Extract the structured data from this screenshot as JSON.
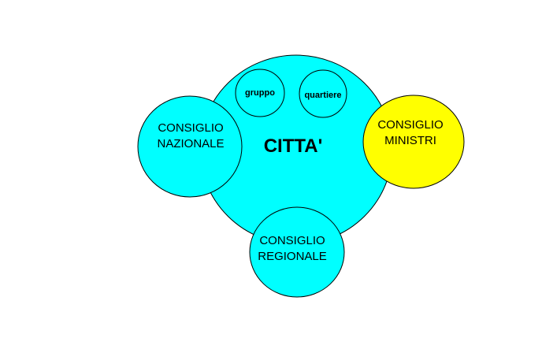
{
  "colors": {
    "background": "#ffffff",
    "cyan": "#00ffff",
    "yellow": "#ffff00",
    "outline": "#000000"
  },
  "nodes": {
    "citta": {
      "label": "CITTA'",
      "fill": "#00ffff"
    },
    "gruppo": {
      "label": "gruppo",
      "fill": "#00ffff"
    },
    "quartiere": {
      "label": "quartiere",
      "fill": "#00ffff"
    },
    "consiglio_nazionale": {
      "line1": "CONSIGLIO",
      "line2": "NAZIONALE",
      "fill": "#00ffff"
    },
    "consiglio_ministri": {
      "line1": "CONSIGLIO",
      "line2": "MINISTRI",
      "fill": "#ffff00"
    },
    "consiglio_regionale": {
      "line1": "CONSIGLIO",
      "line2": "REGIONALE",
      "fill": "#00ffff"
    }
  }
}
